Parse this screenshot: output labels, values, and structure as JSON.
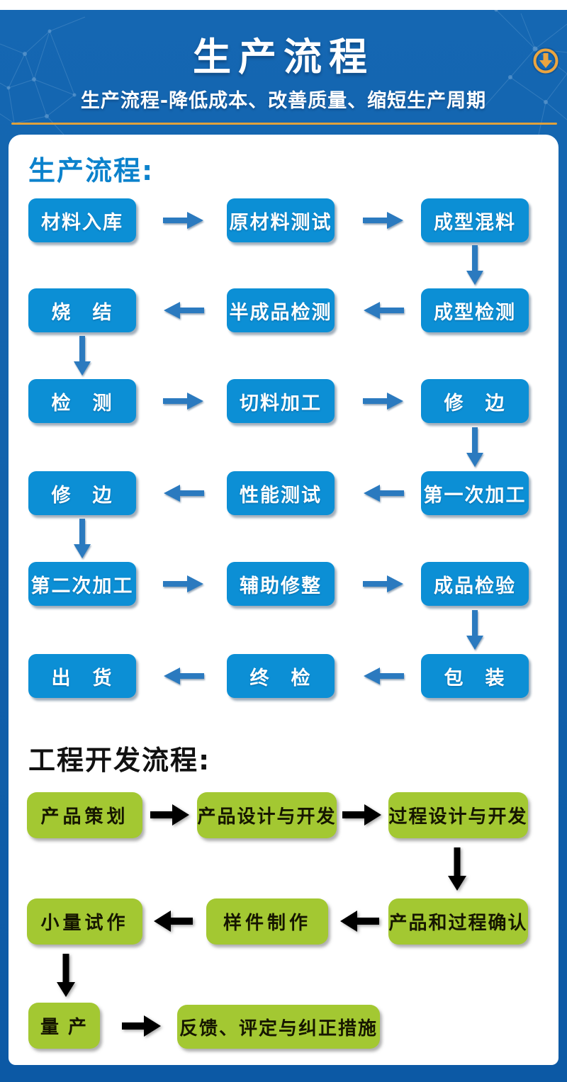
{
  "header": {
    "title": "生产流程",
    "subtitle": "生产流程-降低成本、改善质量、缩短生产周期",
    "accent_line_color": "#dfa13c",
    "background_color": "#1263ad",
    "icon": "circle-down-arrow-icon",
    "icon_color": "#eca53f"
  },
  "production": {
    "heading": "生产流程:",
    "heading_color": "#0c82cc",
    "box_color": "#0c8fd5",
    "box_text_color": "#ffffff",
    "arrow_color": "#2b7abf",
    "rows": [
      {
        "direction": "right",
        "boxes": [
          "材料入库",
          "原材料测试",
          "成型混料"
        ]
      },
      {
        "direction": "left",
        "boxes": [
          "烧　结",
          "半成品检测",
          "成型检测"
        ]
      },
      {
        "direction": "right",
        "boxes": [
          "检　测",
          "切料加工",
          "修　边"
        ]
      },
      {
        "direction": "left",
        "boxes": [
          "修　边",
          "性能测试",
          "第一次加工"
        ]
      },
      {
        "direction": "right",
        "boxes": [
          "第二次加工",
          "辅助修整",
          "成品检验"
        ]
      },
      {
        "direction": "left",
        "boxes": [
          "出　货",
          "终　检",
          "包　装"
        ]
      }
    ]
  },
  "engineering": {
    "heading": "工程开发流程:",
    "heading_color": "#111111",
    "box_color": "#a3c832",
    "box_text_color": "#161600",
    "arrow_color": "#000000",
    "rows": [
      {
        "direction": "right",
        "boxes": [
          "产品策划",
          "产品设计与开发",
          "过程设计与开发"
        ]
      },
      {
        "direction": "left",
        "boxes": [
          "小量试作",
          "样件制作",
          "产品和过程确认"
        ]
      },
      {
        "direction": "right",
        "boxes": [
          "量 产",
          "反馈、评定与纠正措施"
        ]
      }
    ]
  }
}
